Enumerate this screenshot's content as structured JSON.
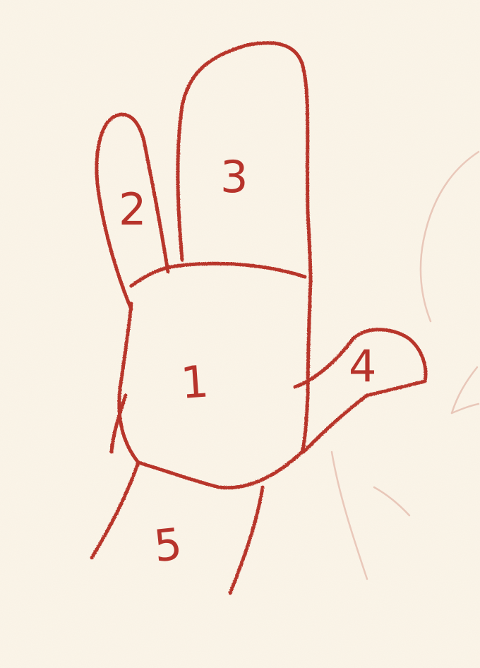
{
  "sketch": {
    "stroke_color": "#b8342c",
    "faint_color": "#e2b5a6",
    "paper_color": "#fbf5e9",
    "regions": [
      {
        "id": "palm",
        "label": "1"
      },
      {
        "id": "index-finger",
        "label": "2"
      },
      {
        "id": "middle-fingers",
        "label": "3"
      },
      {
        "id": "thumb",
        "label": "4"
      },
      {
        "id": "wrist",
        "label": "5"
      }
    ]
  }
}
